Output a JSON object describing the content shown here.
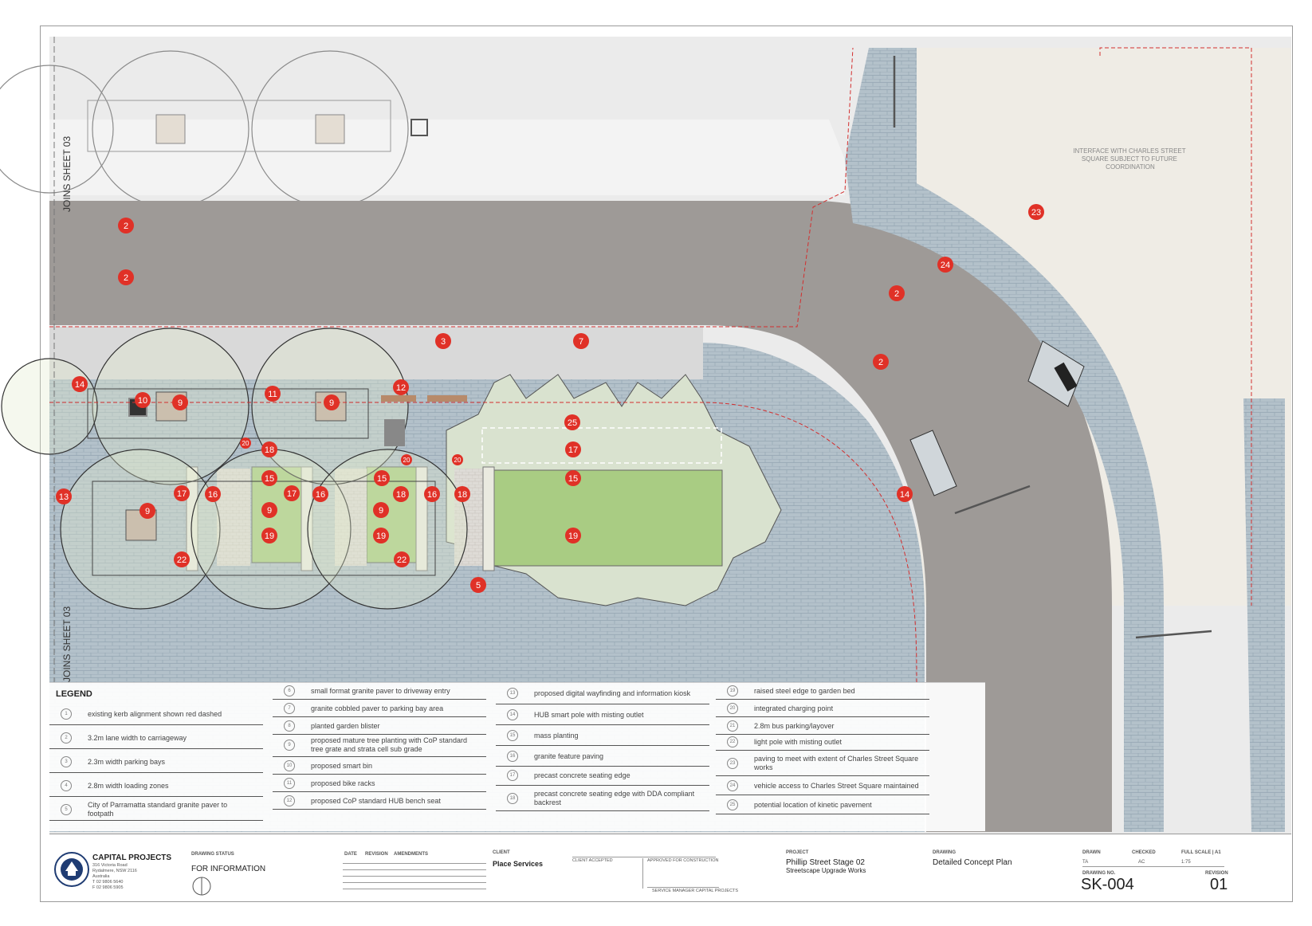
{
  "plan": {
    "join_labels": [
      "JOINS SHEET 03",
      "JOINS SHEET 03"
    ],
    "interface_note": "INTERFACE WITH CHARLES STREET SQUARE SUBJECT TO FUTURE COORDINATION",
    "markers": [
      {
        "n": "2"
      },
      {
        "n": "2"
      },
      {
        "n": "2"
      },
      {
        "n": "2"
      },
      {
        "n": "23"
      },
      {
        "n": "24"
      },
      {
        "n": "3"
      },
      {
        "n": "7"
      },
      {
        "n": "14"
      },
      {
        "n": "10"
      },
      {
        "n": "9"
      },
      {
        "n": "11"
      },
      {
        "n": "9"
      },
      {
        "n": "12"
      },
      {
        "n": "25"
      },
      {
        "n": "20"
      },
      {
        "n": "18"
      },
      {
        "n": "20"
      },
      {
        "n": "20"
      },
      {
        "n": "17"
      },
      {
        "n": "13"
      },
      {
        "n": "9"
      },
      {
        "n": "17"
      },
      {
        "n": "16"
      },
      {
        "n": "15"
      },
      {
        "n": "9"
      },
      {
        "n": "17"
      },
      {
        "n": "16"
      },
      {
        "n": "15"
      },
      {
        "n": "9"
      },
      {
        "n": "18"
      },
      {
        "n": "16"
      },
      {
        "n": "18"
      },
      {
        "n": "15"
      },
      {
        "n": "19"
      },
      {
        "n": "19"
      },
      {
        "n": "19"
      },
      {
        "n": "22"
      },
      {
        "n": "22"
      },
      {
        "n": "5"
      },
      {
        "n": "14"
      }
    ]
  },
  "legend": {
    "title": "LEGEND",
    "columns": [
      [
        {
          "n": "1",
          "text": "existing kerb alignment shown red dashed"
        },
        {
          "n": "2",
          "text": "3.2m lane width to carriageway"
        },
        {
          "n": "3",
          "text": "2.3m width parking bays"
        },
        {
          "n": "4",
          "text": "2.8m width loading zones"
        },
        {
          "n": "5",
          "text": "City of Parramatta standard granite paver to footpath"
        }
      ],
      [
        {
          "n": "6",
          "text": "small format granite paver to driveway entry"
        },
        {
          "n": "7",
          "text": "granite cobbled paver to parking bay area"
        },
        {
          "n": "8",
          "text": "planted garden blister"
        },
        {
          "n": "9",
          "text": "proposed mature tree planting with CoP standard tree grate and strata cell sub grade"
        },
        {
          "n": "10",
          "text": "proposed smart bin"
        },
        {
          "n": "11",
          "text": "proposed bike racks"
        },
        {
          "n": "12",
          "text": "proposed CoP standard HUB bench seat"
        }
      ],
      [
        {
          "n": "13",
          "text": "proposed digital wayfinding and information kiosk"
        },
        {
          "n": "14",
          "text": "HUB smart pole with misting outlet"
        },
        {
          "n": "15",
          "text": "mass planting"
        },
        {
          "n": "16",
          "text": "granite feature paving"
        },
        {
          "n": "17",
          "text": "precast concrete seating edge"
        },
        {
          "n": "18",
          "text": "precast concrete seating edge with DDA compliant backrest"
        }
      ],
      [
        {
          "n": "19",
          "text": "raised steel edge to garden bed"
        },
        {
          "n": "20",
          "text": "integrated charging point"
        },
        {
          "n": "21",
          "text": "2.8m bus parking/layover"
        },
        {
          "n": "22",
          "text": "light pole with misting outlet"
        },
        {
          "n": "23",
          "text": "paving to meet with extent of Charles Street Square works"
        },
        {
          "n": "24",
          "text": "vehicle access to Charles Street Square maintained"
        },
        {
          "n": "25",
          "text": "potential location of kinetic pavement"
        }
      ]
    ]
  },
  "title_block": {
    "company": "CAPITAL PROJECTS",
    "address": "316 Victoria Road\nRydalmere, NSW 2116\nAustralia\nT 02 9806 5640\nF 02 9806 5905",
    "drawing_status_label": "DRAWING STATUS",
    "drawing_status": "FOR INFORMATION",
    "date_label": "DATE",
    "revision_label": "REVISION",
    "amendments_label": "AMENDMENTS",
    "client_label": "CLIENT",
    "client": "Place Services",
    "client_accepted": "CLIENT ACCEPTED",
    "approved_label": "APPROVED FOR CONSTRUCTION",
    "service_manager": "SERVICE MANAGER CAPITAL PROJECTS",
    "project_label": "PROJECT",
    "project_line1": "Phillip Street Stage 02",
    "project_line2": "Streetscape Upgrade Works",
    "drawing_label": "DRAWING",
    "drawing": "Detailed Concept Plan",
    "drawn_label": "DRAWN",
    "drawn": "TA",
    "checked_label": "CHECKED",
    "checked": "AC",
    "scale_label": "FULL SCALE | A1",
    "scale": "1:75",
    "drawing_no_label": "DRAWING NO.",
    "drawing_no": "SK-004",
    "revision_no_label": "REVISION",
    "revision_no": "01"
  },
  "colors": {
    "road": "#9e9a97",
    "paving": "#b3c1ca",
    "planting": "#a9cc83",
    "canopy": "#dfe6d2",
    "marker": "#e03127",
    "kerb": "#d32f2f"
  }
}
